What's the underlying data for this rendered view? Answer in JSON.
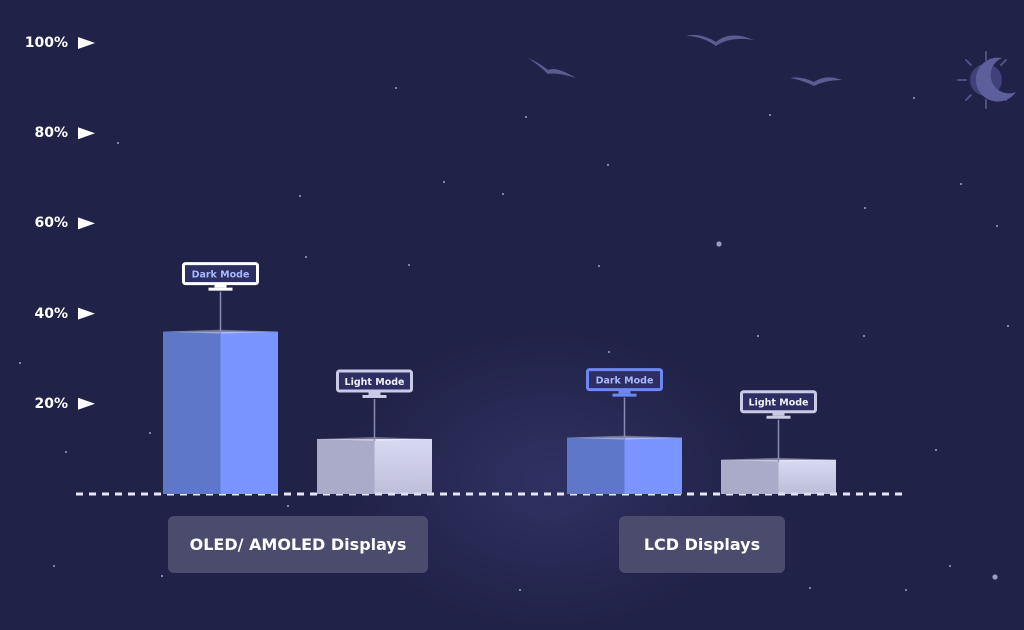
{
  "chart_data": {
    "type": "bar",
    "title": "",
    "xlabel": "",
    "ylabel": "",
    "ylim": [
      0,
      100
    ],
    "yticks": [
      20,
      40,
      60,
      80,
      100
    ],
    "ytick_labels": [
      "20%",
      "40%",
      "60%",
      "80%",
      "100%"
    ],
    "categories": [
      "OLED/ AMOLED Displays",
      "LCD Displays"
    ],
    "series": [
      {
        "name": "Dark Mode",
        "values": [
          36,
          12.5
        ]
      },
      {
        "name": "Light Mode",
        "values": [
          12.2,
          7.6
        ]
      }
    ],
    "grid": false,
    "legend": "none"
  },
  "colors": {
    "background": "#212248",
    "dark_mode_front": "#7a95ff",
    "dark_mode_side": "#5f77c8",
    "light_mode_front": "#d8d9f2",
    "light_mode_side": "#a9abc9",
    "label_box": "#4a4b6d",
    "dark_mode_monitor": "#6d88f2",
    "light_mode_monitor": "#c9cbe6"
  },
  "icons": [
    "moon-sun-icon",
    "bird-icon",
    "monitor-icon",
    "star-icon"
  ]
}
